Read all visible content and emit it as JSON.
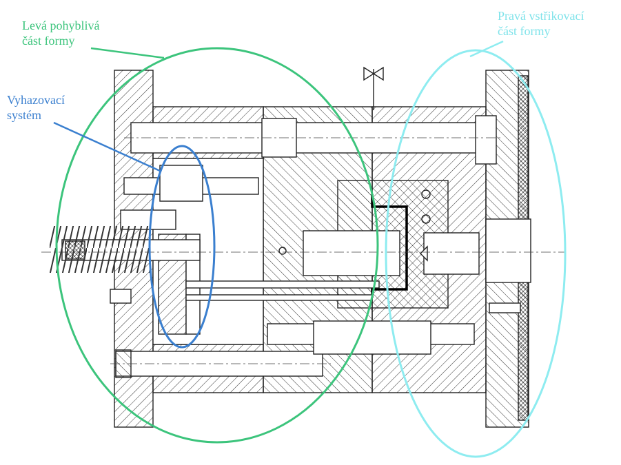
{
  "labels": {
    "left_part": {
      "line1": "Levá pohyblivá",
      "line2": "část formy"
    },
    "ejector": {
      "line1": "Vyhazovací",
      "line2": "systém"
    },
    "right_part": {
      "line1": "Pravá vstřikovací",
      "line2": "část formy"
    }
  },
  "colors": {
    "left_part": "#3cc47c",
    "ejector": "#3a7fcf",
    "right_part": "#8eecf0",
    "drawing_ink": "#222222"
  }
}
